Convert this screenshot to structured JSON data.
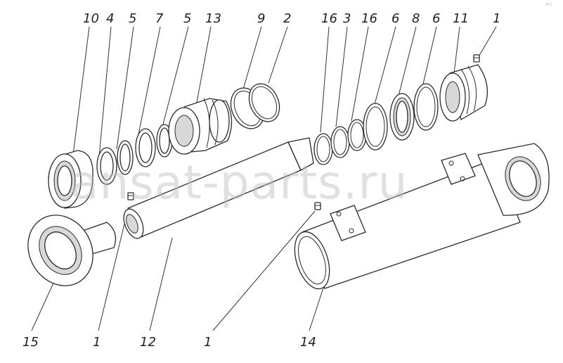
{
  "diagram": {
    "watermark": "ansat-parts.ru",
    "corner_mark": "↗ ∶∶∶",
    "callouts_top": [
      "10",
      "4",
      "5",
      "7",
      "5",
      "13",
      "9",
      "2",
      "16",
      "3",
      "16",
      "6",
      "8",
      "6",
      "11",
      "1"
    ],
    "callouts_bottom": [
      "15",
      "1",
      "12",
      "1",
      "14"
    ]
  }
}
